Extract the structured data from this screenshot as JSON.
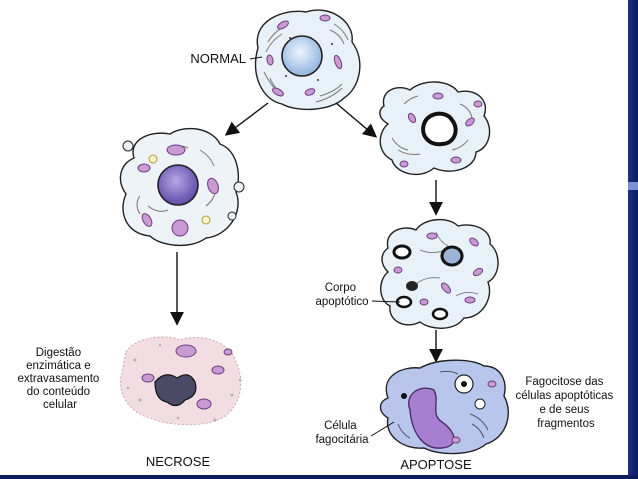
{
  "labels": {
    "normal": "NORMAL",
    "necrose": "NECROSE",
    "apoptose": "APOPTOSE",
    "corpo_apoptotico": [
      "Corpo",
      "apoptótico"
    ],
    "digestao": [
      "Digestão",
      "enzimática e",
      "extravasamento",
      "do conteúdo",
      "celular"
    ],
    "celula_fagocitaria": [
      "Célula",
      "fagocitária"
    ],
    "fagocitose": [
      "Fagocitose das",
      "células apoptóticas",
      "e de seus",
      "fragmentos"
    ]
  },
  "colors": {
    "cell_fill": "#e8f1f7",
    "nucleus_fill": "#c9dcf2",
    "organelle_fill": "#c99ad3",
    "phagocyte_fill": "#b9c6ec",
    "phagocyte_nucleus": "#a87fd0",
    "necrotic_fill": "#f2dde3",
    "edge_bar": "#0c1a5e"
  }
}
